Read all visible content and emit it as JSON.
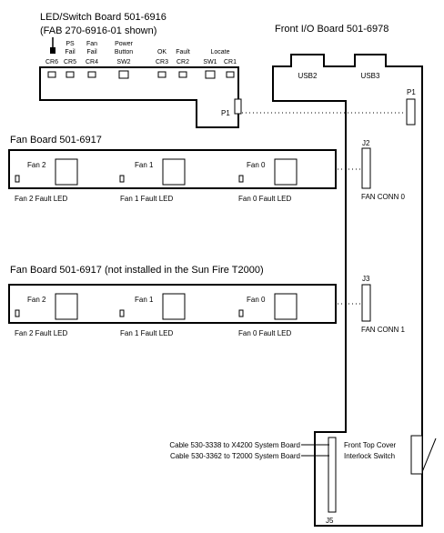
{
  "led_board": {
    "title_line1": "LED/Switch Board 501-6916",
    "title_line2": "(FAB 270-6916-01 shown)",
    "labels": [
      {
        "line1": "",
        "line2": "",
        "ref": "CR6"
      },
      {
        "line1": "PS",
        "line2": "Fail",
        "ref": "CR5"
      },
      {
        "line1": "Fan",
        "line2": "Fail",
        "ref": "CR4"
      },
      {
        "line1": "Power",
        "line2": "Button",
        "ref": "SW2"
      },
      {
        "line1": "",
        "line2": "OK",
        "ref": "CR3"
      },
      {
        "line1": "",
        "line2": "Fault",
        "ref": "CR2"
      },
      {
        "line1": "Locate",
        "line2": "",
        "ref": "SW1"
      },
      {
        "line1": "",
        "line2": "",
        "ref": "CR1"
      }
    ],
    "connector": "P1"
  },
  "front_io": {
    "title": "Front I/O Board 501-6978",
    "usb2": "USB2",
    "usb3": "USB3",
    "p1": "P1",
    "j2": "J2",
    "fan_conn0": "FAN CONN 0",
    "j3": "J3",
    "fan_conn1": "FAN CONN 1",
    "j5": "J5",
    "cable1": "Cable 530-3338 to X4200 System Board",
    "cable2": "Cable 530-3362 to T2000 System Board",
    "switch_line1": "Front Top Cover",
    "switch_line2": "Interlock Switch"
  },
  "fan_board_1": {
    "title": "Fan Board 501-6917",
    "fans": [
      "Fan 2",
      "Fan 1",
      "Fan 0"
    ],
    "leds": [
      "Fan 2 Fault LED",
      "Fan 1 Fault LED",
      "Fan 0 Fault LED"
    ]
  },
  "fan_board_2": {
    "title": "Fan Board 501-6917 (not installed in the Sun Fire T2000)",
    "fans": [
      "Fan 2",
      "Fan 1",
      "Fan 0"
    ],
    "leds": [
      "Fan 2 Fault LED",
      "Fan 1 Fault LED",
      "Fan 0 Fault LED"
    ]
  }
}
